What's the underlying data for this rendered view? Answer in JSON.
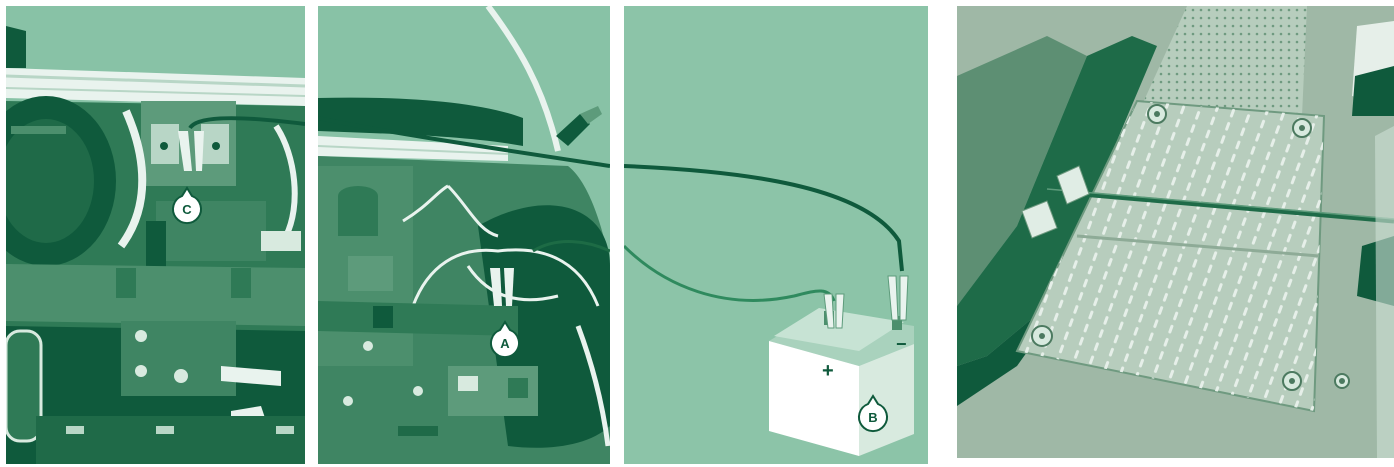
{
  "colors": {
    "panel_bg": "#88c2a6",
    "dark_green": "#0f5a3c",
    "mid_green": "#2f7a56",
    "light_green": "#a9d2bd",
    "wire": "#1d6b45",
    "plate": "#a8c7b2"
  },
  "callouts": {
    "c": "C",
    "a": "A",
    "b": "B"
  },
  "battery": {
    "plus_symbol": "+",
    "minus_symbol": "−"
  },
  "icons": {
    "clamp": "jumper-clamp-icon",
    "battery": "battery-icon",
    "callout": "callout-pin-icon"
  }
}
